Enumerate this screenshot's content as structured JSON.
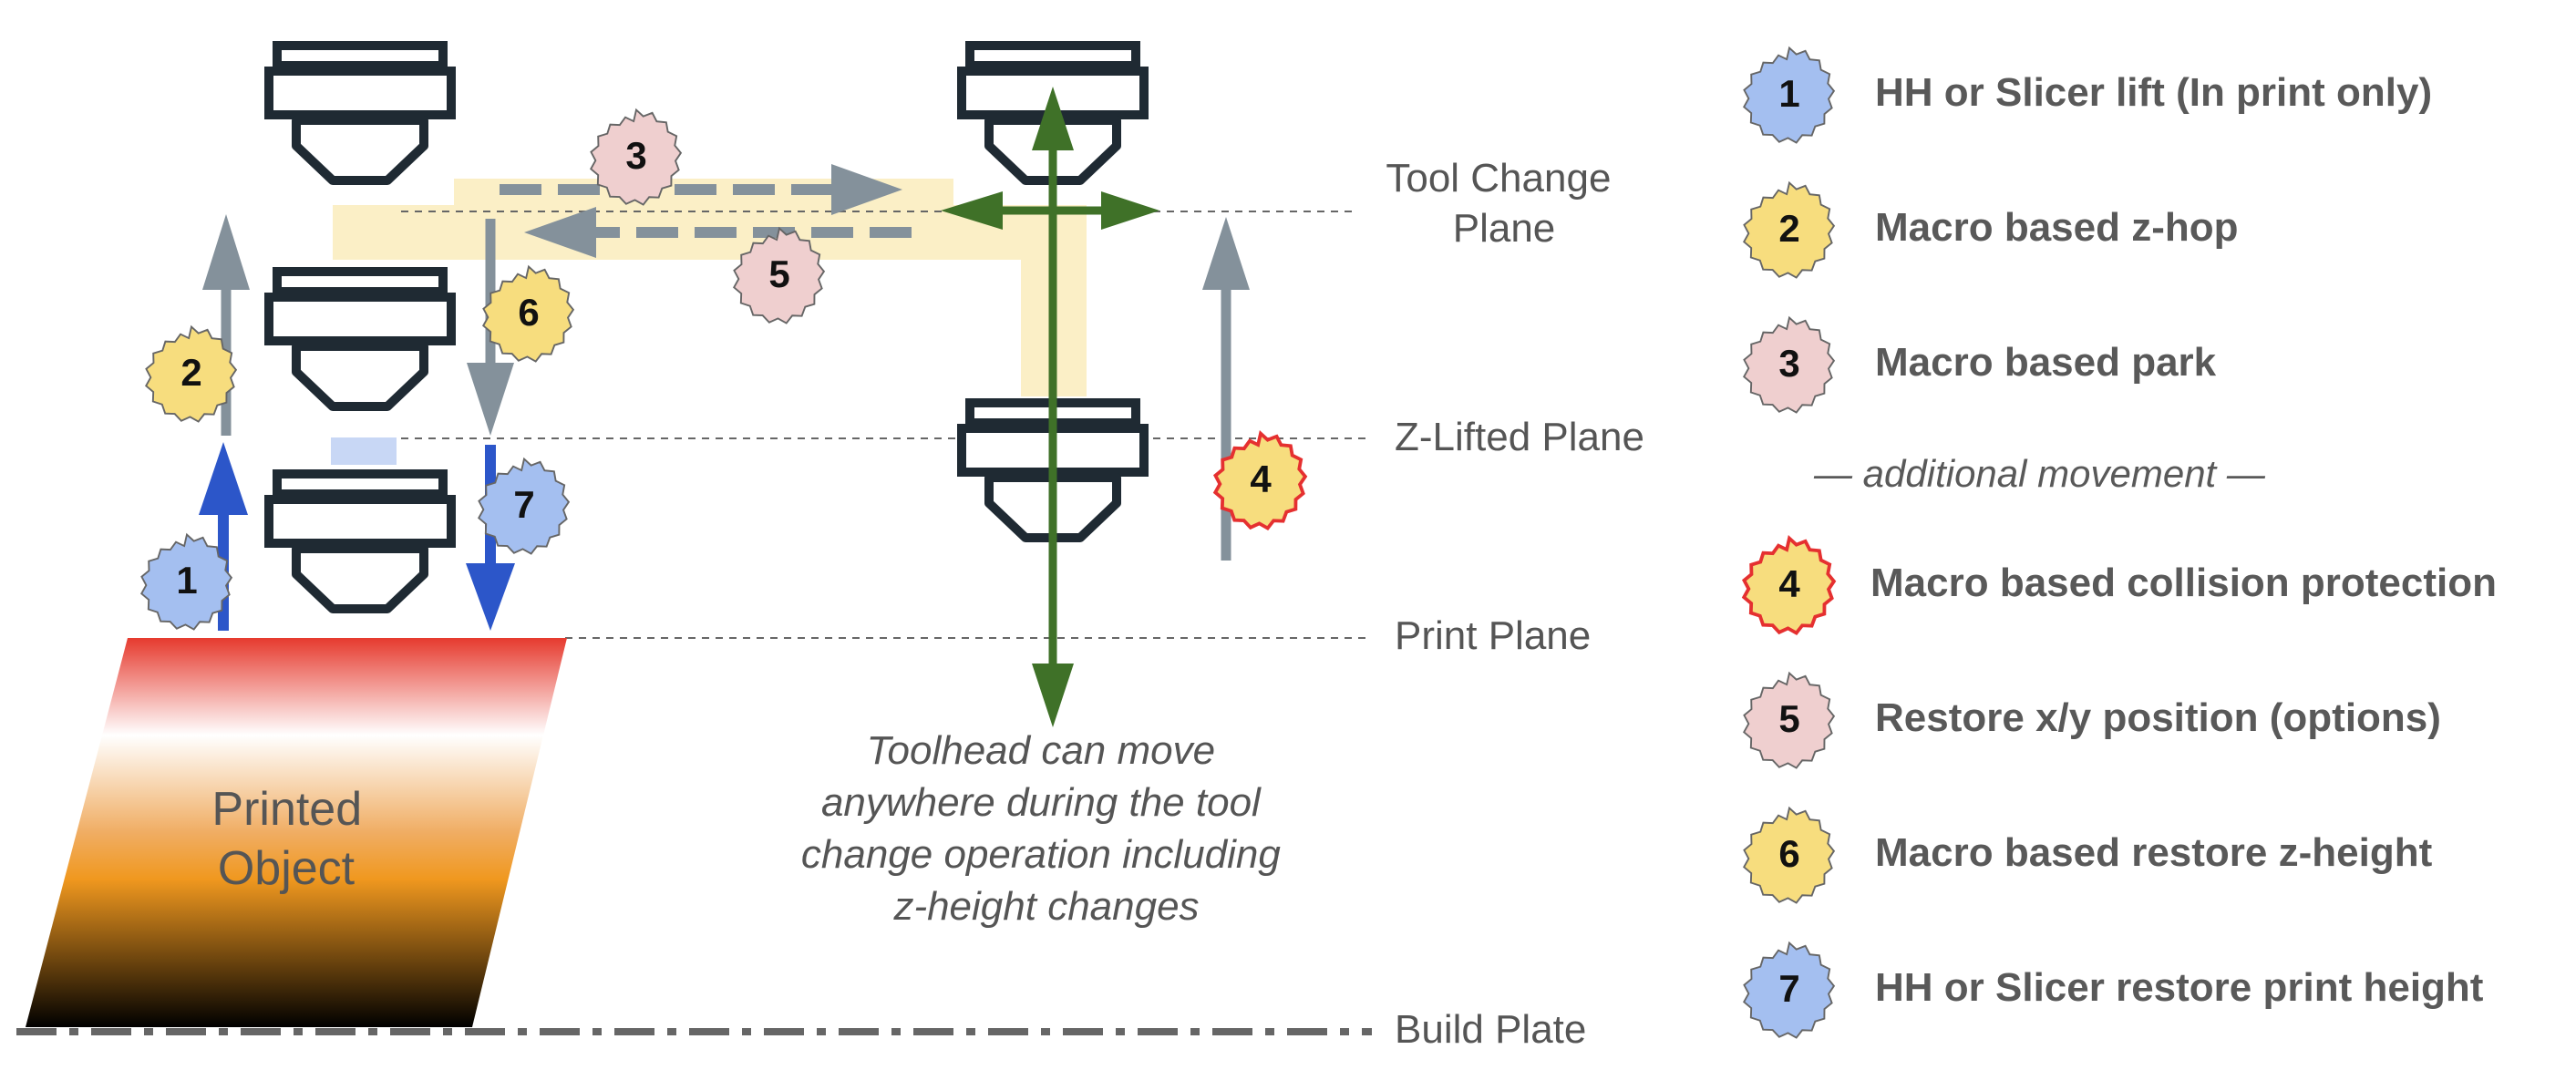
{
  "diagram": {
    "planes": {
      "tool_change": "Tool Change\nPlane",
      "z_lifted": "Z-Lifted Plane",
      "print": "Print Plane",
      "build": "Build Plate"
    },
    "printed_object": "Printed\nObject",
    "note": "Toolhead can move\nanywhere during the tool\nchange operation including\nz-height changes"
  },
  "legend": {
    "separator": "— additional movement —",
    "items": [
      {
        "number": "1",
        "label": "HH or Slicer lift (In print only)",
        "color": "#a4bff0",
        "border": "#666666"
      },
      {
        "number": "2",
        "label": "Macro based z-hop",
        "color": "#f7dd7e",
        "border": "#666666"
      },
      {
        "number": "3",
        "label": "Macro based park",
        "color": "#efcfcf",
        "border": "#666666"
      },
      {
        "number": "4",
        "label": "Macro based collision protection",
        "color": "#f7dd7e",
        "border": "#e53030"
      },
      {
        "number": "5",
        "label": "Restore x/y position (options)",
        "color": "#efcfcf",
        "border": "#666666"
      },
      {
        "number": "6",
        "label": "Macro based restore z-height",
        "color": "#f7dd7e",
        "border": "#666666"
      },
      {
        "number": "7",
        "label": "HH or Slicer restore print height",
        "color": "#a4bff0",
        "border": "#666666"
      }
    ]
  },
  "colors": {
    "blue_arrow": "#2c56c9",
    "grey_arrow": "#84919b",
    "green_arrow": "#3f7128",
    "highlight_path": "#fbefc6",
    "toolhead": "#1f2a33"
  }
}
